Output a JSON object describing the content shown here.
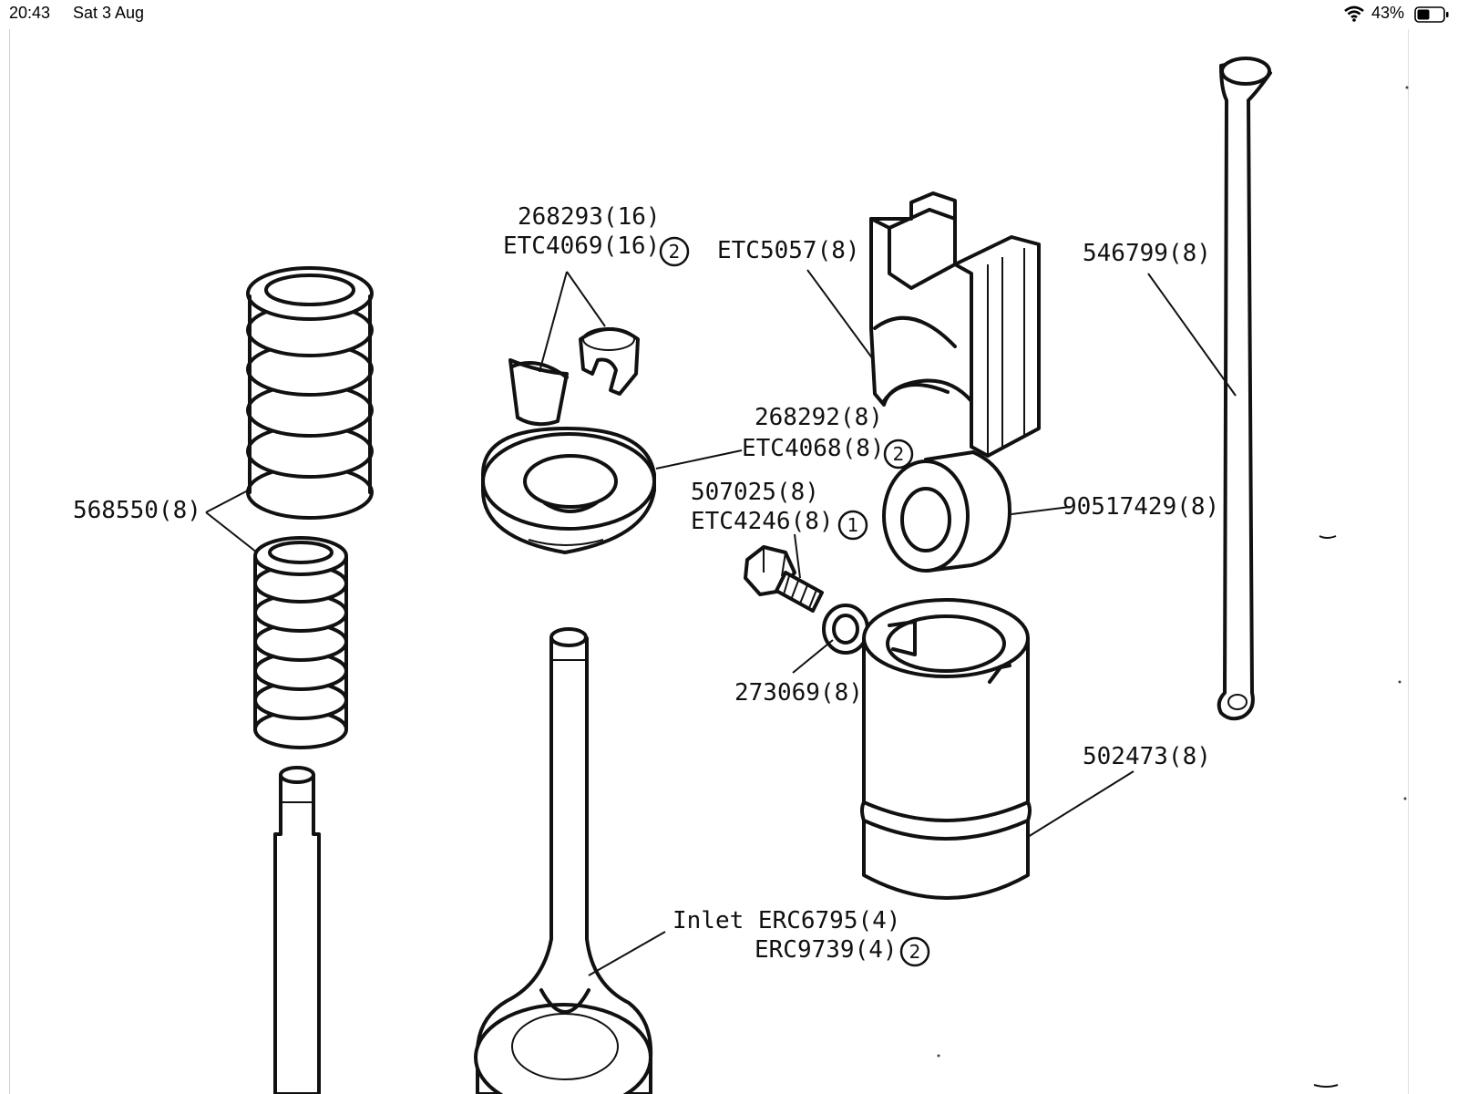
{
  "status_bar": {
    "time": "20:43",
    "date": "Sat 3 Aug",
    "battery_percent": "43%",
    "icons": [
      "wifi-icon",
      "battery-icon"
    ]
  },
  "parts": {
    "collet_a": "268293(16)",
    "collet_b": "ETC4069(16)",
    "collet_b_note": "2",
    "rocker_block": "ETC5057(8)",
    "pushrod": "546799(8)",
    "spring": "568550(8)",
    "cap_a": "268292(8)",
    "cap_b": "ETC4068(8)",
    "cap_b_note": "2",
    "screw_a": "507025(8)",
    "screw_b": "ETC4246(8)",
    "screw_b_note": "1",
    "roller": "90517429(8)",
    "washer": "273069(8)",
    "tappet": "502473(8)",
    "valve_a": "Inlet ERC6795(4)",
    "valve_b": "ERC9739(4)",
    "valve_b_note": "2"
  }
}
